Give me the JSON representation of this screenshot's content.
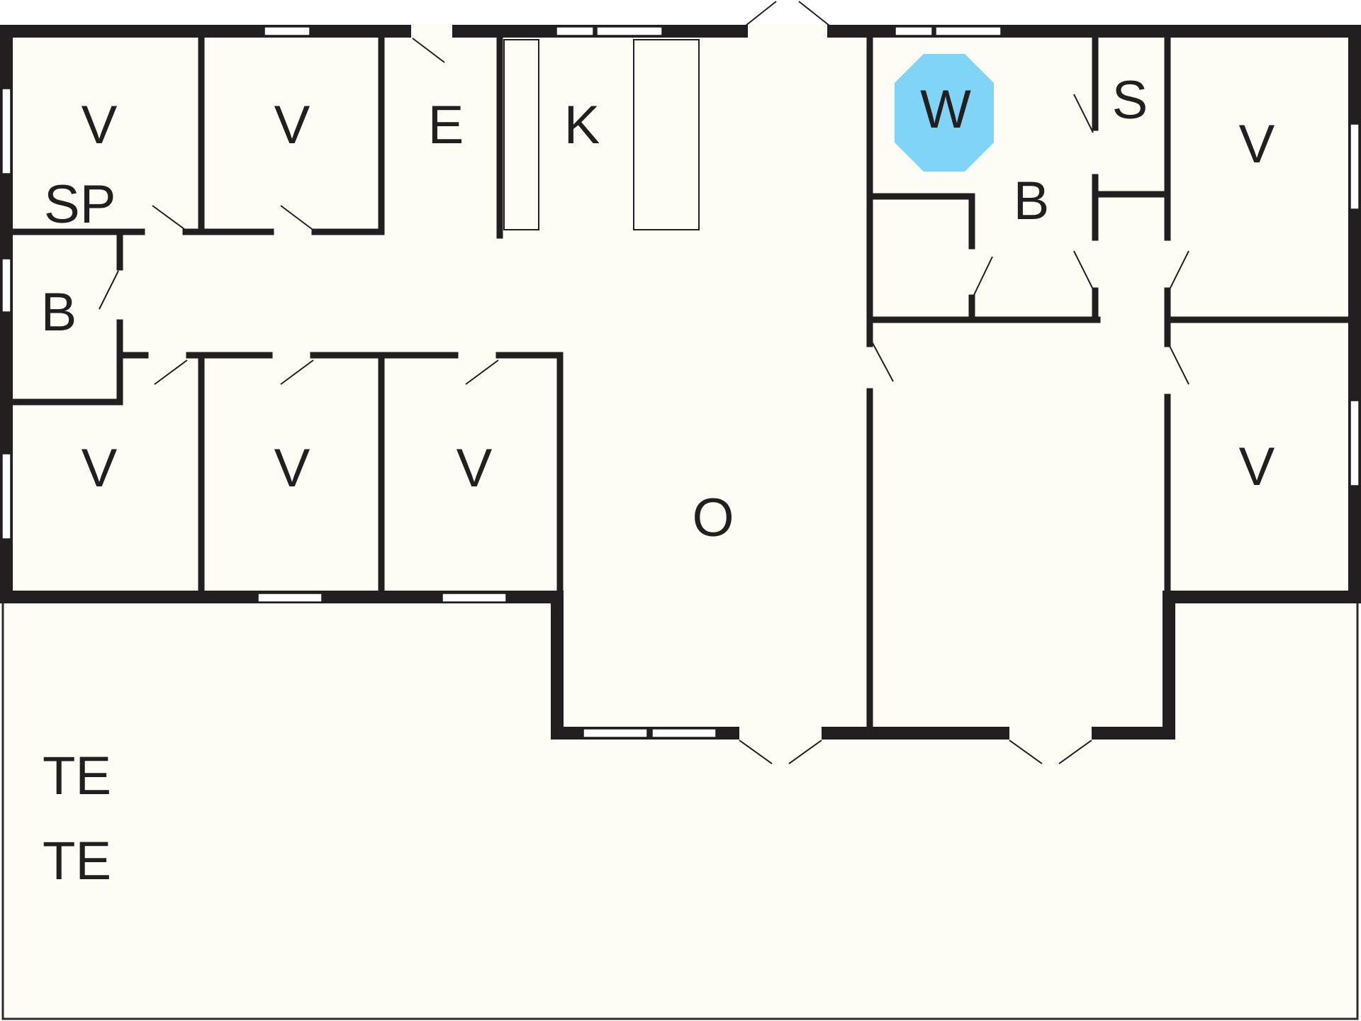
{
  "rooms": {
    "v1": "V",
    "v2": "V",
    "sp": "SP",
    "e": "E",
    "k": "K",
    "b1": "B",
    "v3": "V",
    "v4": "V",
    "v5": "V",
    "o": "O",
    "w": "W",
    "b2": "B",
    "s": "S",
    "v6": "V",
    "v7": "V",
    "te1": "TE",
    "te2": "TE"
  },
  "colors": {
    "wall": "#231f20",
    "floor": "#fdfdf6",
    "whirlpool": "#80d4f6"
  },
  "icons": {
    "whirlpool": "octagon-tub-icon"
  }
}
